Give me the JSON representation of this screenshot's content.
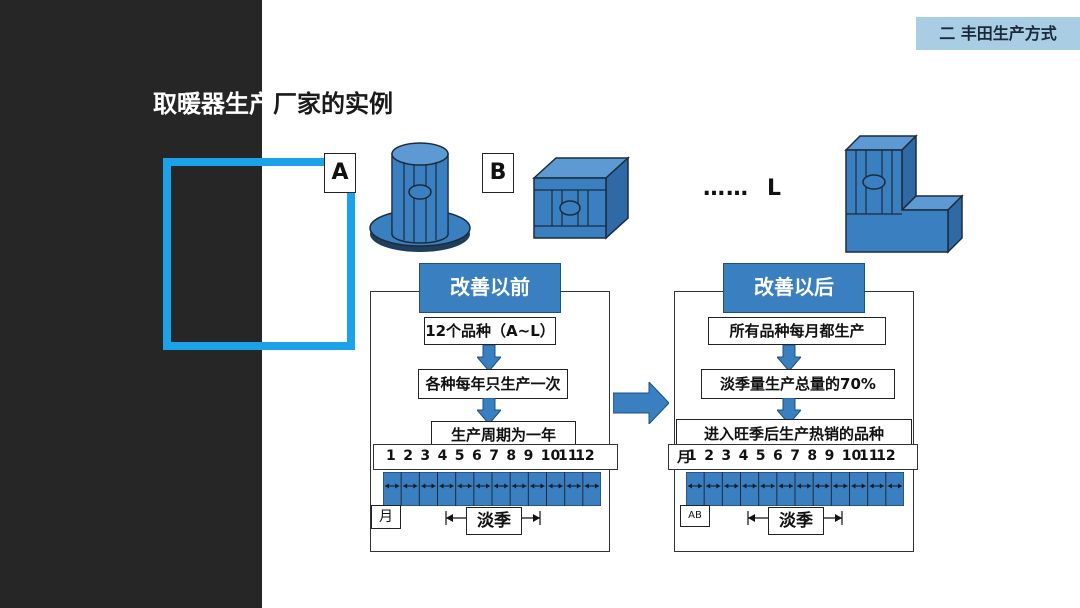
{
  "slide": {
    "section_tag": "二 丰田生产方式",
    "title_light": "取暖器生产",
    "title_dark": "厂家的实例"
  },
  "products": {
    "a_label": "A",
    "b_label": "B",
    "ellipsis": "……",
    "l_label": "L"
  },
  "before": {
    "header": "改善以前",
    "steps": [
      "12个品种（A~L）",
      "各种每年只生产一次",
      "生产周期为一年"
    ],
    "months": [
      "1",
      "2",
      "3",
      "4",
      "5",
      "6",
      "7",
      "8",
      "9",
      "10",
      "11",
      "12"
    ],
    "month_unit": "月",
    "season": "淡季"
  },
  "after": {
    "header": "改善以后",
    "steps": [
      "所有品种每月都生产",
      "淡季量生产总量的70%",
      "进入旺季后生产热销的品种"
    ],
    "months": [
      "1",
      "2",
      "3",
      "4",
      "5",
      "6",
      "7",
      "8",
      "9",
      "10",
      "11",
      "12"
    ],
    "month_unit": "月",
    "small_label": "AB",
    "season": "淡季"
  },
  "colors": {
    "accent": "#1aa3e8",
    "product_blue": "#3a7fc0",
    "dark_panel": "#262626"
  }
}
